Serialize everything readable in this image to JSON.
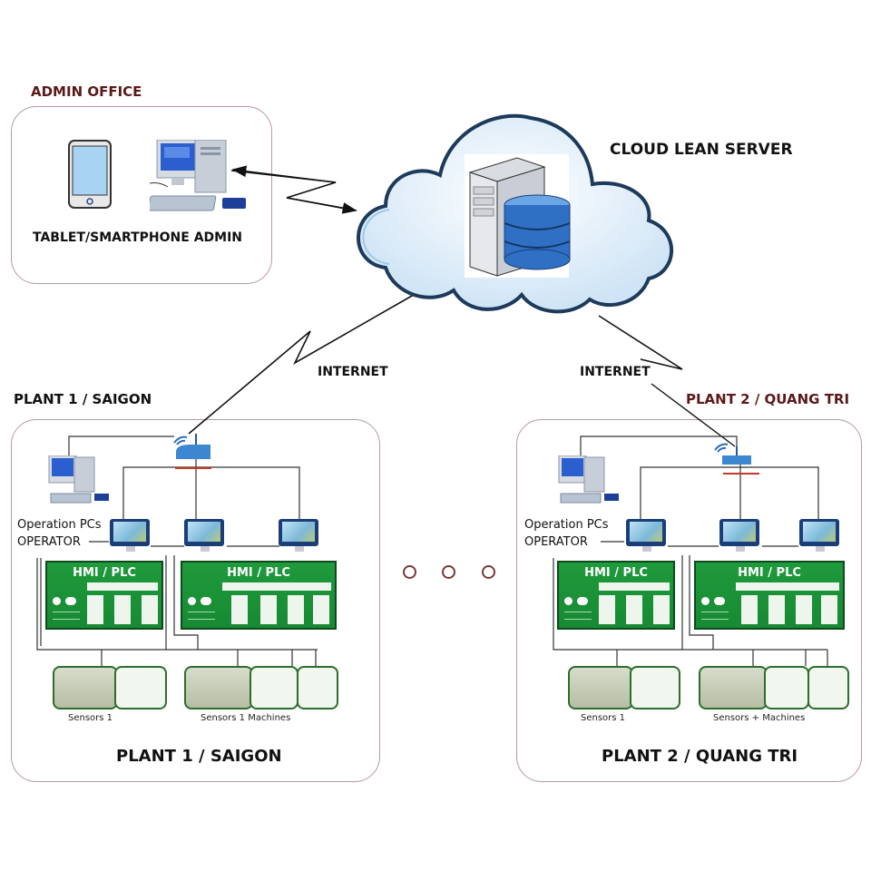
{
  "admin_office": {
    "title": "ADMIN OFFICE",
    "device_label": "TABLET/SMARTPHONE ADMIN"
  },
  "cloud": {
    "title": "CLOUD LEAN SERVER"
  },
  "links": {
    "internet_left": "INTERNET",
    "internet_right": "INTERNET"
  },
  "ellipsis_dots": 3,
  "plants": [
    {
      "title": "PLANT 1 / SAIGON",
      "footer": "PLANT 1 / SAIGON",
      "operation_label": "Operation PCs",
      "operator_label": "OPERATOR",
      "hmi_labels": [
        "HMI / PLC",
        "HMI / PLC"
      ],
      "sensor_group_1": "Sensors  1",
      "sensor_group_2": "Sensors  1 Machines"
    },
    {
      "title": "PLANT 2 / QUANG TRI",
      "footer": "PLANT 2 / QUANG TRI",
      "operation_label": "Operation PCs",
      "operator_label": "OPERATOR",
      "hmi_labels": [
        "HMI / PLC",
        "HMI / PLC"
      ],
      "sensor_group_1": "Sensors  1",
      "sensor_group_2": "Sensors  + Machines"
    }
  ],
  "colors": {
    "group_title": "#5a1a1a",
    "box_border": "#b89a9c",
    "hmi_green": "#1f9a3c",
    "cloud_outline": "#1e3a5a"
  }
}
